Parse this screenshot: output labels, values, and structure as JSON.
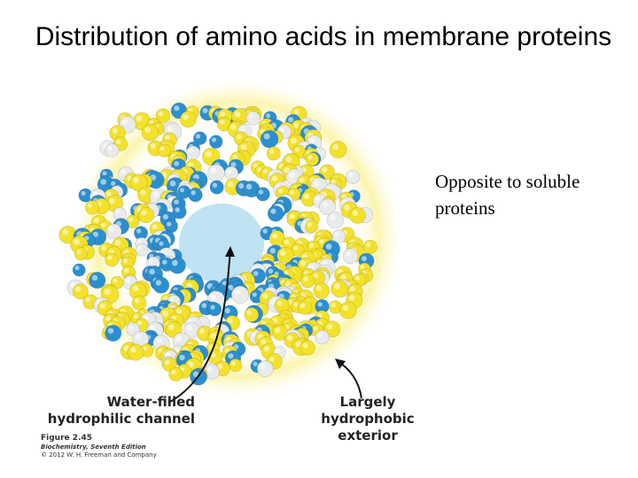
{
  "slide": {
    "title": "Distribution of amino acids in membrane proteins",
    "side_text": "Opposite to soluble proteins"
  },
  "figure": {
    "callout_channel": "Water-filled hydrophilic channel",
    "callout_exterior": "Largely hydrophobic exterior",
    "figure_number": "Figure 2.45",
    "book_edition": "Biochemistry, Seventh Edition",
    "copyright": "© 2012 W. H. Freeman and Company"
  },
  "colors": {
    "hydrophobic": "#f3e12a",
    "polar": "#2b8fcf",
    "neutral": "#e8eaec",
    "halo": "#fbf6b8",
    "channel": "#bfe3f2"
  }
}
